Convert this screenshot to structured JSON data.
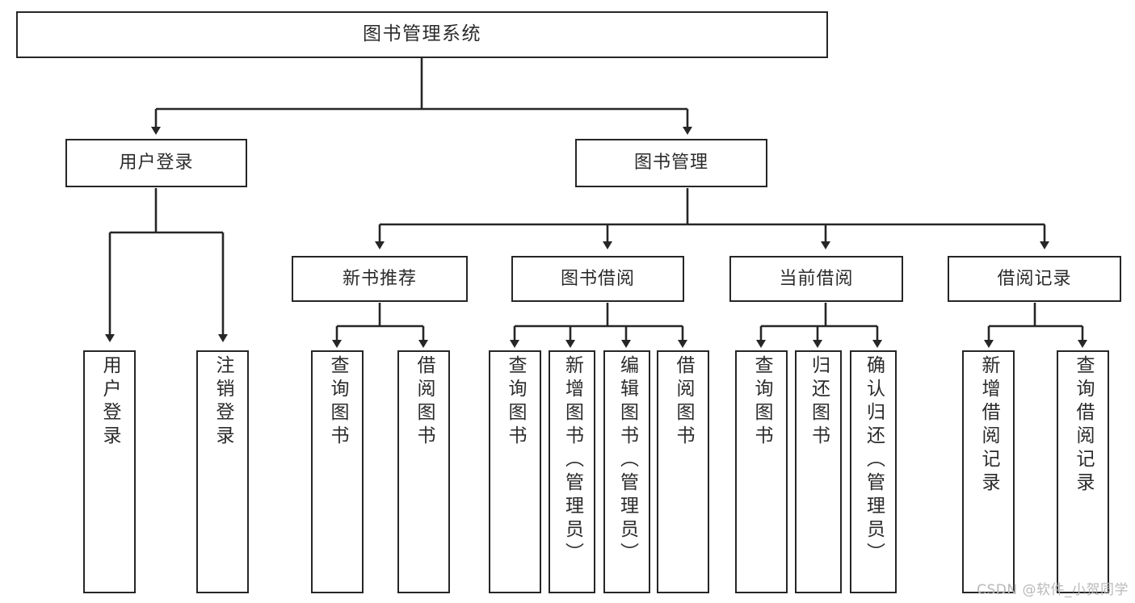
{
  "diagram": {
    "type": "tree-hierarchy",
    "title": "图书管理系统",
    "background_color": "#ffffff",
    "line_color": "#262626",
    "text_color": "#2b2b2b",
    "levels": 3,
    "root": {
      "id": "root",
      "label": "图书管理系统",
      "orientation": "horizontal"
    },
    "level2": [
      {
        "id": "user-login",
        "label": "用户登录",
        "orientation": "horizontal"
      },
      {
        "id": "book-manage",
        "label": "图书管理",
        "orientation": "horizontal"
      }
    ],
    "level3": [
      {
        "id": "new-book-recommend",
        "label": "新书推荐",
        "parent": "book-manage",
        "orientation": "horizontal"
      },
      {
        "id": "book-borrow",
        "label": "图书借阅",
        "parent": "book-manage",
        "orientation": "horizontal"
      },
      {
        "id": "current-borrow",
        "label": "当前借阅",
        "parent": "book-manage",
        "orientation": "horizontal"
      },
      {
        "id": "borrow-record",
        "label": "借阅记录",
        "parent": "book-manage",
        "orientation": "horizontal"
      }
    ],
    "leaves": [
      {
        "id": "leaf-user-login",
        "label": "用户登录",
        "parent": "user-login",
        "orientation": "vertical"
      },
      {
        "id": "leaf-logout-login",
        "label": "注销登录",
        "parent": "user-login",
        "orientation": "vertical"
      },
      {
        "id": "leaf-query-book-1",
        "label": "查询图书",
        "parent": "new-book-recommend",
        "orientation": "vertical"
      },
      {
        "id": "leaf-borrow-book-1",
        "label": "借阅图书",
        "parent": "new-book-recommend",
        "orientation": "vertical"
      },
      {
        "id": "leaf-query-book-2",
        "label": "查询图书",
        "parent": "book-borrow",
        "orientation": "vertical"
      },
      {
        "id": "leaf-add-book-admin",
        "label": "新增图书（管理员）",
        "parent": "book-borrow",
        "orientation": "vertical"
      },
      {
        "id": "leaf-edit-book-admin",
        "label": "编辑图书（管理员）",
        "parent": "book-borrow",
        "orientation": "vertical"
      },
      {
        "id": "leaf-borrow-book-2",
        "label": "借阅图书",
        "parent": "book-borrow",
        "orientation": "vertical"
      },
      {
        "id": "leaf-query-book-3",
        "label": "查询图书",
        "parent": "current-borrow",
        "orientation": "vertical"
      },
      {
        "id": "leaf-return-book",
        "label": "归还图书",
        "parent": "current-borrow",
        "orientation": "vertical"
      },
      {
        "id": "leaf-confirm-return-admin",
        "label": "确认归还（管理员）",
        "parent": "current-borrow",
        "orientation": "vertical"
      },
      {
        "id": "leaf-add-borrow-record",
        "label": "新增借阅记录",
        "parent": "borrow-record",
        "orientation": "vertical"
      },
      {
        "id": "leaf-query-borrow-record",
        "label": "查询借阅记录",
        "parent": "borrow-record",
        "orientation": "vertical"
      }
    ]
  },
  "watermark": {
    "text": "CSDN @软件_小贺同学"
  }
}
